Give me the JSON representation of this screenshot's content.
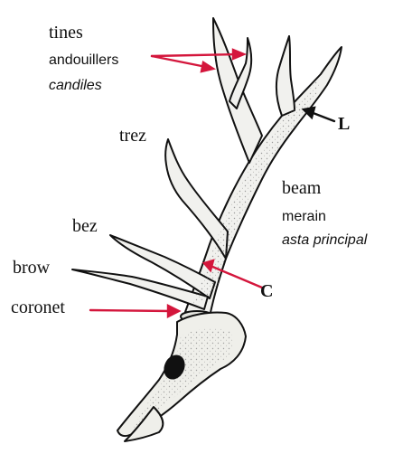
{
  "labels": {
    "tines": {
      "en": "tines",
      "fr": "andouillers",
      "es": "candiles"
    },
    "trez": "trez",
    "beam": {
      "en": "beam",
      "fr": "merain",
      "es": "asta principal"
    },
    "bez": "bez",
    "brow": "brow",
    "coronet": "coronet",
    "marker_l": "L",
    "marker_c": "C"
  },
  "colors": {
    "arrow_red": "#d4163c",
    "arrow_black": "#111111",
    "antler_fill": "#f1f1ee",
    "outline": "#111111"
  }
}
